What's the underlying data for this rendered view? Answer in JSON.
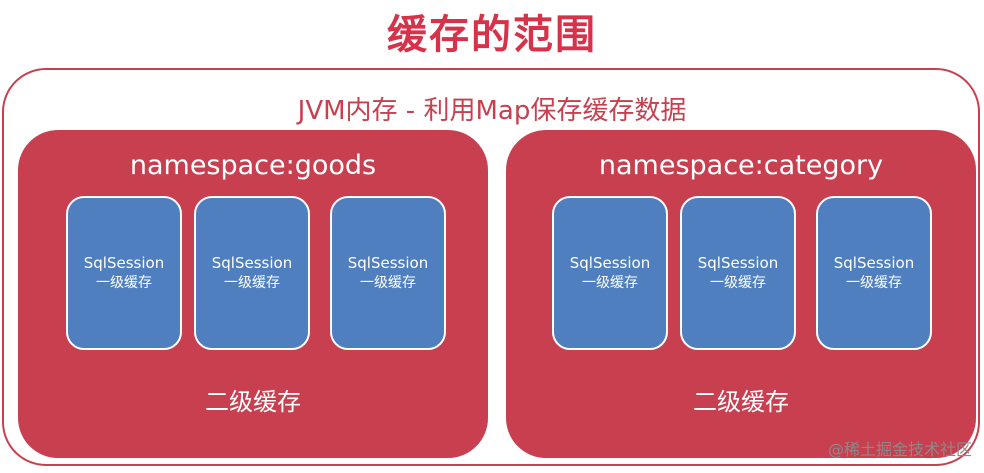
{
  "title": "缓存的范围",
  "jvm_label": "JVM内存 - 利用Map保存缓存数据",
  "namespaces": [
    {
      "name": "namespace:goods",
      "level2": "二级缓存",
      "sessions": [
        {
          "name": "SqlSession",
          "level": "一级缓存"
        },
        {
          "name": "SqlSession",
          "level": "一级缓存"
        },
        {
          "name": "SqlSession",
          "level": "一级缓存"
        }
      ]
    },
    {
      "name": "namespace:category",
      "level2": "二级缓存",
      "sessions": [
        {
          "name": "SqlSession",
          "level": "一级缓存"
        },
        {
          "name": "SqlSession",
          "level": "一级缓存"
        },
        {
          "name": "SqlSession",
          "level": "一级缓存"
        }
      ]
    }
  ],
  "watermark": "@稀土掘金技术社区",
  "colors": {
    "title": "#d6334b",
    "namespace_fill": "#c8404f",
    "session_fill": "#4f7fbf"
  }
}
